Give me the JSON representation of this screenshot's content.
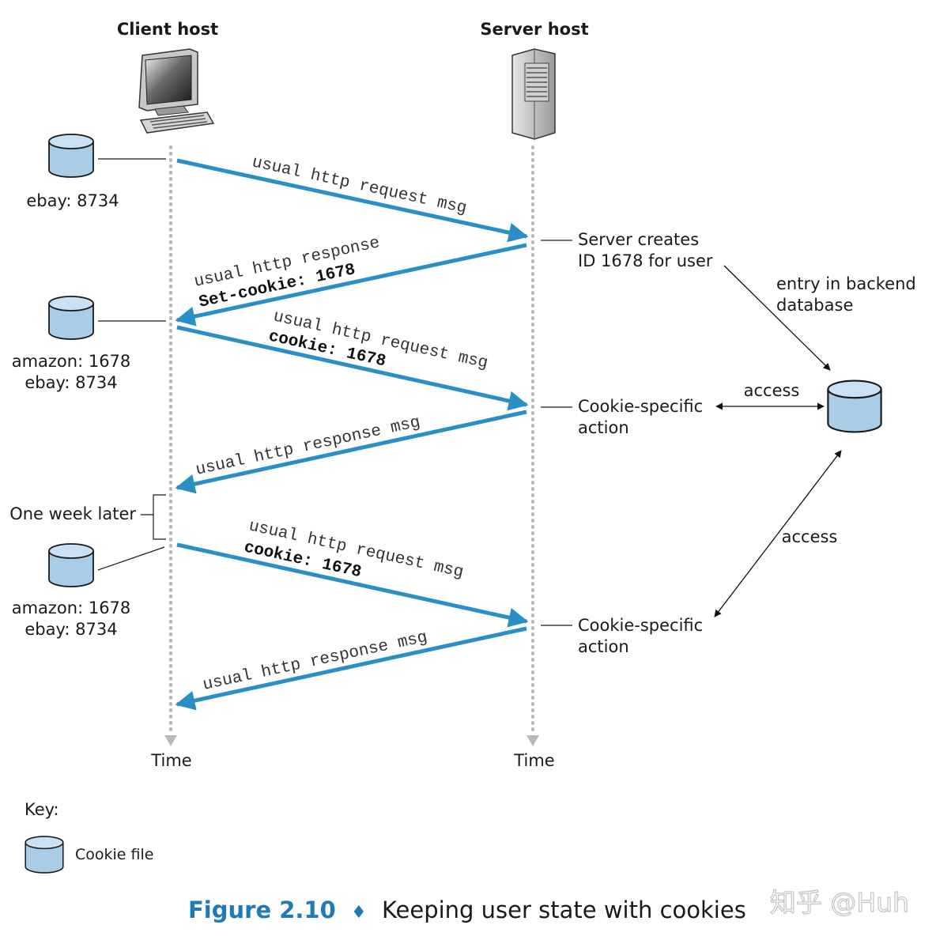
{
  "hosts": {
    "client_label": "Client host",
    "server_label": "Server host"
  },
  "cookie_files": {
    "first": [
      "ebay: 8734"
    ],
    "second": [
      "amazon: 1678",
      "ebay: 8734"
    ],
    "third": [
      "amazon: 1678",
      "ebay: 8734"
    ]
  },
  "messages": {
    "req1": [
      "usual http request msg"
    ],
    "resp1": [
      "usual http response",
      "Set-cookie: 1678"
    ],
    "req2": [
      "usual http request msg",
      "cookie: 1678"
    ],
    "resp2": [
      "usual http response msg"
    ],
    "req3": [
      "usual http request msg",
      "cookie: 1678"
    ],
    "resp3": [
      "usual http response msg"
    ]
  },
  "server_notes": {
    "creates": [
      "Server creates",
      "ID 1678 for user"
    ],
    "action1": [
      "Cookie-specific",
      "action"
    ],
    "action2": [
      "Cookie-specific",
      "action"
    ]
  },
  "backend": {
    "entry_label": [
      "entry in backend",
      "database"
    ],
    "access_1": "access",
    "access_2": "access"
  },
  "timeline": {
    "one_week_later": "One week later",
    "client_time": "Time",
    "server_time": "Time"
  },
  "key": {
    "title": "Key:",
    "cookie_file": "Cookie file"
  },
  "caption": {
    "number": "Figure 2.10",
    "separator": "♦",
    "text": "Keeping user state with cookies"
  },
  "watermark": "知乎 @Huh",
  "colors": {
    "arrow": "#2a8fc4",
    "caption_accent": "#1f7ab5",
    "cylinder_fill": "#a9cde6",
    "cylinder_top": "#c9e1f2"
  }
}
